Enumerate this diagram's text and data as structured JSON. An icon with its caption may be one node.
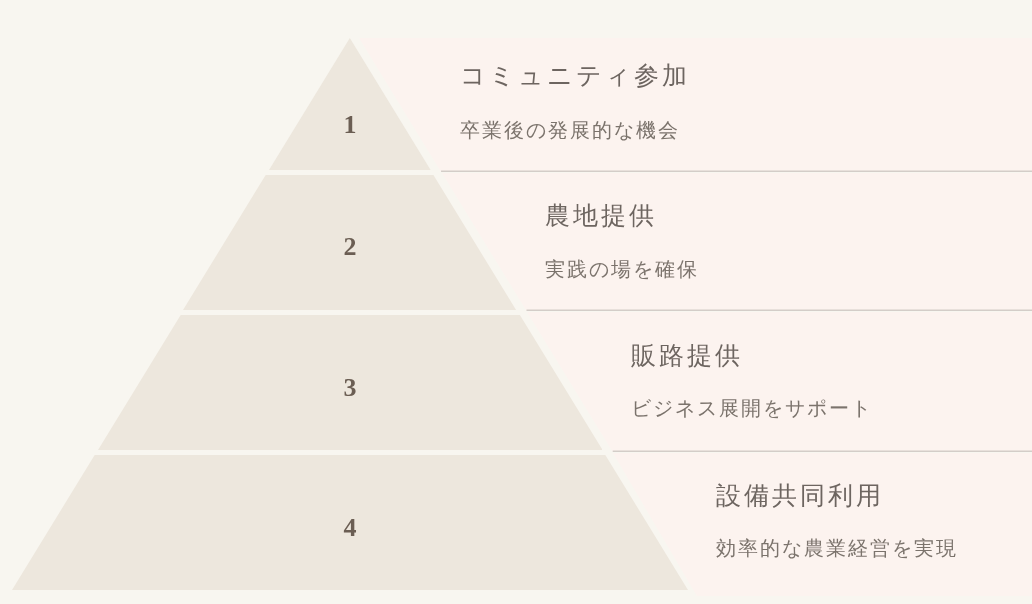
{
  "diagram": {
    "nodes": [
      {
        "text": [
          "1"
        ]
      },
      {
        "text": [
          "コミュニティ参加",
          "卒業後の発展的な機会"
        ]
      },
      {
        "text": [
          "2"
        ]
      },
      {
        "text": [
          "農地提供",
          "実践の場を確保"
        ]
      },
      {
        "text": [
          "3"
        ]
      },
      {
        "text": [
          "販路提供",
          "ビジネス展開をサポート"
        ]
      },
      {
        "text": [
          "4"
        ]
      },
      {
        "text": [
          "設備共同利用",
          "効率的な農業経営を実現"
        ]
      }
    ]
  }
}
